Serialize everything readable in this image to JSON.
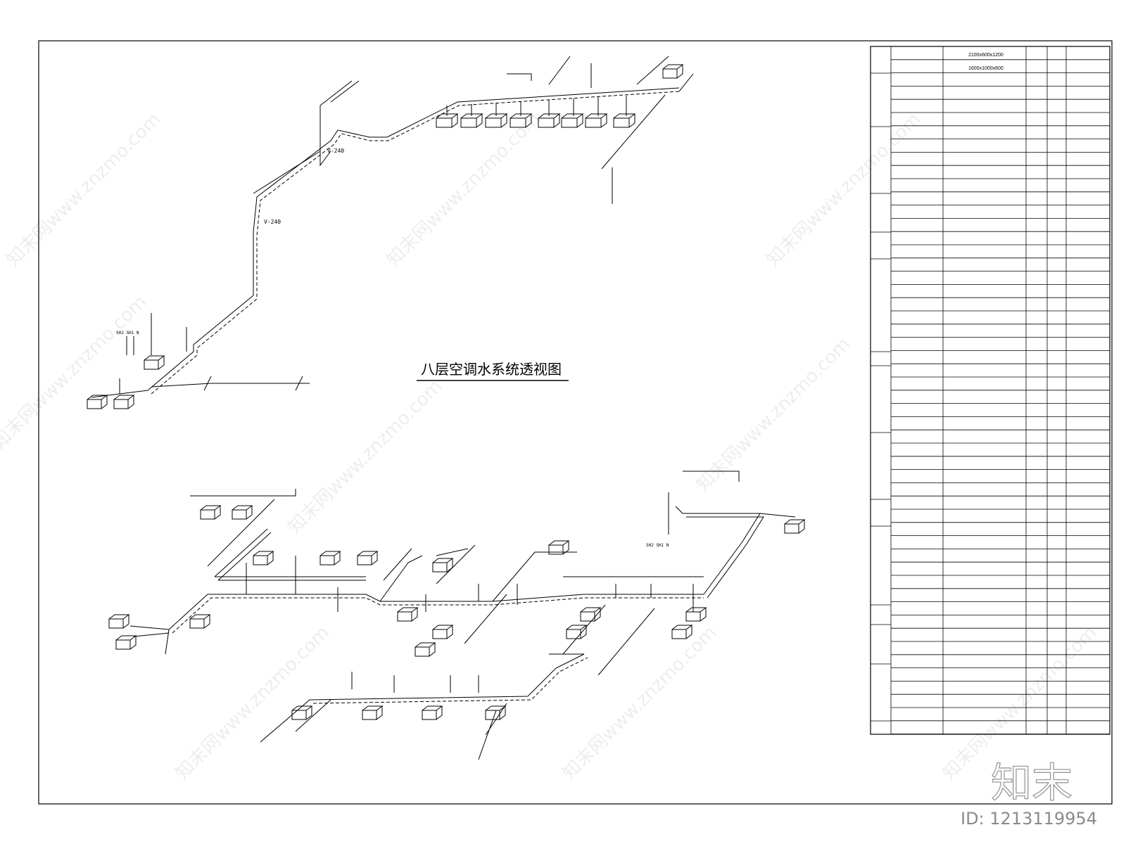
{
  "drawing": {
    "title": "八层空调水系统透视图",
    "pipe_labels": {
      "upper_v1": "V-240",
      "upper_v2": "V-240",
      "left_riser_tags": "SH2 SH1 N",
      "right_riser_tags": "SH2 SH1 N"
    }
  },
  "equipment_table": {
    "rows": [
      {
        "spec": "2100x600x1200"
      },
      {
        "spec": "1600x1000x600"
      }
    ]
  },
  "watermark": {
    "text": "知末网www.znzmo.com"
  },
  "logo": {
    "text": "知末",
    "id_text": "ID: 1213119954"
  },
  "colors": {
    "line": "#000000",
    "background": "#ffffff",
    "watermark": "#000000"
  }
}
